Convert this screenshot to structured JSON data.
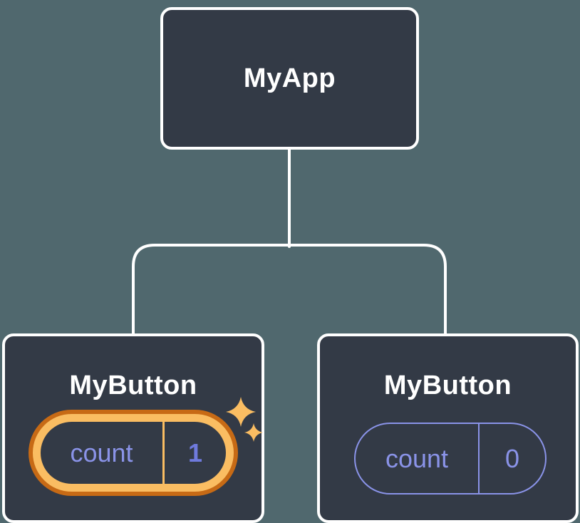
{
  "tree": {
    "root": {
      "label": "MyApp"
    },
    "children": [
      {
        "label": "MyButton",
        "state_name": "count",
        "state_value": "1",
        "highlighted": true
      },
      {
        "label": "MyButton",
        "state_name": "count",
        "state_value": "0",
        "highlighted": false
      }
    ]
  },
  "colors": {
    "background": "#50686E",
    "card_fill": "#333A46",
    "card_border": "#FFFFFF",
    "connector": "#FFFFFF",
    "highlight_ring_outer": "#C76A15",
    "highlight_ring_inner": "#FABD62",
    "state_text": "#8A93E8",
    "highlight_value_text": "#6F7ADD",
    "sparkle": "#FABD62"
  }
}
